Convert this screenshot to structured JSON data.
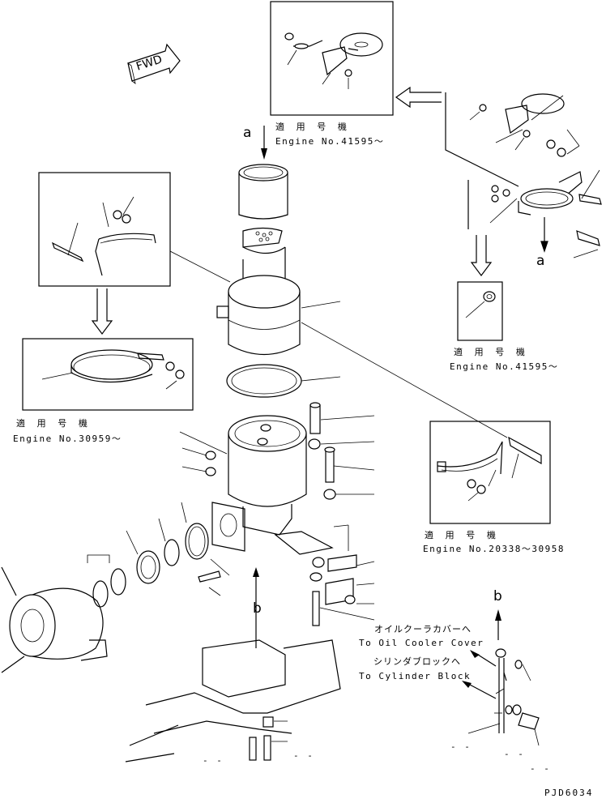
{
  "fwd_label": "FWD",
  "callout_a": "a",
  "callout_b": "b",
  "applicable_jp": "適 用 号 機",
  "engine_no_top": "Engine No.41595～",
  "engine_no_right": "Engine No.41595～",
  "engine_no_left": "Engine No.30959～",
  "engine_no_mid_right": "Engine No.20338～30958",
  "oil_cooler_jp": "オイルクーラカバーへ",
  "oil_cooler_en": "To Oil Cooler Cover",
  "cyl_block_jp": "シリンダブロックへ",
  "cyl_block_en": "To Cylinder Block",
  "dash_mark": "- -",
  "drawing_code": "PJD6034"
}
